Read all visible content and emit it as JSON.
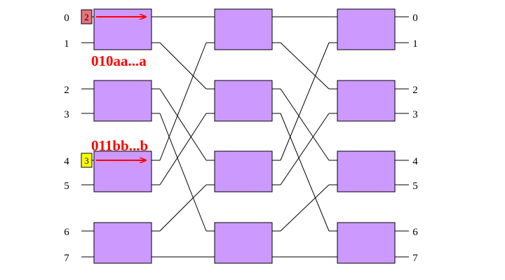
{
  "network": {
    "input_labels": [
      "0",
      "1",
      "2",
      "3",
      "4",
      "5",
      "6",
      "7"
    ],
    "output_labels": [
      "0",
      "1",
      "2",
      "3",
      "4",
      "5",
      "6",
      "7"
    ],
    "stages": 3,
    "switches_per_stage": 4
  },
  "packets": [
    {
      "tag": "2",
      "sequence": "010aa...a",
      "input_port": 0,
      "tag_color": "#e8727d"
    },
    {
      "tag": "3",
      "sequence": "011bb...b",
      "input_port": 4,
      "tag_color": "#ffff00"
    }
  ],
  "colors": {
    "switch_fill": "#cc99ff",
    "switch_stroke": "#000000",
    "wire": "#000000",
    "arrow": "#ff0000",
    "sequence_text": "#ff0000"
  }
}
